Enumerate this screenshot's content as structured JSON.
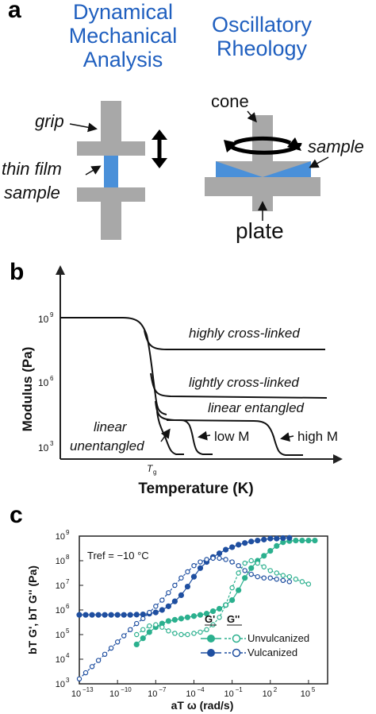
{
  "panel_a": {
    "letter": "a",
    "dma_title": [
      "Dynamical",
      "Mechanical",
      "Analysis"
    ],
    "rheo_title": [
      "Oscillatory",
      "Rheology"
    ],
    "labels": {
      "grip": "grip",
      "thin_film": "thin film",
      "sample_left": "sample",
      "cone": "cone",
      "sample_right": "sample",
      "plate": "plate"
    },
    "colors": {
      "gray": "#a8a8a8",
      "blue": "#4a90d9",
      "title_blue": "#1f5fbf"
    }
  },
  "panel_b": {
    "letter": "b",
    "ylabel": "Modulus (Pa)",
    "xlabel": "Temperature (K)",
    "yticks": [
      "10^9",
      "10^6",
      "10^3"
    ],
    "tg_label": "Tg",
    "curve_labels": {
      "highly": "highly cross-linked",
      "lightly": "lightly cross-linked",
      "entangled": "linear entangled",
      "linear_un_1": "linear",
      "linear_un_2": "unentangled",
      "lowM": "low M",
      "highM": "high M"
    }
  },
  "panel_c": {
    "letter": "c",
    "ylabel": "bT G', bT G'' (Pa)",
    "xlabel": "aT ω (rad/s)",
    "tref": "Tref = −10 °C",
    "legend": {
      "gp": "G'",
      "gpp": "G''",
      "unvulcanized": "Unvulcanized",
      "vulcanized": "Vulcanized"
    },
    "colors": {
      "unvulcanized": "#2bb08e",
      "vulcanized": "#1f4fa0"
    },
    "chart_data": {
      "type": "scatter",
      "xscale": "log",
      "yscale": "log",
      "xlim": [
        -13,
        6.5
      ],
      "ylim": [
        3,
        9
      ],
      "xticks": [
        -13,
        -10,
        -7,
        -4,
        -1,
        2,
        5
      ],
      "yticks": [
        3,
        4,
        5,
        6,
        7,
        8,
        9
      ],
      "series": [
        {
          "name": "Unvulcanized G'",
          "filled": true,
          "color": "#2bb08e",
          "x": [
            -8.5,
            -8,
            -7.5,
            -7,
            -6.5,
            -6,
            -5.5,
            -5,
            -4.5,
            -4,
            -3.5,
            -3,
            -2.5,
            -2,
            -1.5,
            -1,
            -0.5,
            0,
            0.5,
            1,
            1.5,
            2,
            2.5,
            3,
            3.5,
            4,
            4.5,
            5,
            5.5
          ],
          "y": [
            4.6,
            4.85,
            5.1,
            5.3,
            5.45,
            5.55,
            5.6,
            5.65,
            5.7,
            5.75,
            5.8,
            5.85,
            5.95,
            6.05,
            6.2,
            6.4,
            6.8,
            7.3,
            7.7,
            8.0,
            8.2,
            8.4,
            8.6,
            8.75,
            8.8,
            8.82,
            8.82,
            8.82,
            8.82
          ]
        },
        {
          "name": "Unvulcanized G''",
          "filled": false,
          "color": "#2bb08e",
          "x": [
            -8.5,
            -8,
            -7.5,
            -7,
            -6.5,
            -6,
            -5.5,
            -5,
            -4.5,
            -4,
            -3.5,
            -3,
            -2.5,
            -2,
            -1.5,
            -1,
            -0.5,
            0,
            0.5,
            1,
            1.5,
            2,
            2.5,
            3,
            3.5,
            4,
            4.5,
            5
          ],
          "y": [
            5.0,
            5.2,
            5.35,
            5.4,
            5.3,
            5.15,
            5.05,
            5.0,
            5.0,
            5.05,
            5.1,
            5.2,
            5.4,
            5.7,
            6.2,
            6.9,
            7.5,
            7.9,
            8.0,
            7.9,
            7.75,
            7.6,
            7.5,
            7.4,
            7.35,
            7.25,
            7.15,
            7.05
          ]
        },
        {
          "name": "Vulcanized G'",
          "filled": true,
          "color": "#1f4fa0",
          "x": [
            -13,
            -12.5,
            -12,
            -11.5,
            -11,
            -10.5,
            -10,
            -9.5,
            -9,
            -8.5,
            -8,
            -7.5,
            -7,
            -6.5,
            -6,
            -5.5,
            -5,
            -4.5,
            -4,
            -3.5,
            -3,
            -2.5,
            -2,
            -1.5,
            -1,
            -0.5,
            0,
            0.5,
            1,
            1.5,
            2,
            2.5,
            3,
            3.5
          ],
          "y": [
            5.8,
            5.8,
            5.8,
            5.8,
            5.8,
            5.8,
            5.8,
            5.8,
            5.8,
            5.81,
            5.82,
            5.85,
            5.9,
            6.0,
            6.15,
            6.35,
            6.6,
            6.95,
            7.35,
            7.7,
            7.95,
            8.15,
            8.3,
            8.45,
            8.55,
            8.65,
            8.72,
            8.78,
            8.82,
            8.86,
            8.9,
            8.9,
            8.92,
            8.93
          ]
        },
        {
          "name": "Vulcanized G''",
          "filled": false,
          "color": "#1f4fa0",
          "x": [
            -13,
            -12.5,
            -12,
            -11.5,
            -11,
            -10.5,
            -10,
            -9.5,
            -9,
            -8.5,
            -8,
            -7.5,
            -7,
            -6.5,
            -6,
            -5.5,
            -5,
            -4.5,
            -4,
            -3.5,
            -3,
            -2.5,
            -2,
            -1.5,
            -1,
            -0.5,
            0,
            0.5,
            1,
            1.5,
            2,
            2.5,
            3,
            3.5
          ],
          "y": [
            3.2,
            3.45,
            3.7,
            3.95,
            4.2,
            4.45,
            4.7,
            4.95,
            5.2,
            5.45,
            5.65,
            5.9,
            6.15,
            6.4,
            6.7,
            7.0,
            7.3,
            7.55,
            7.8,
            7.95,
            8.05,
            8.1,
            8.1,
            8.05,
            7.95,
            7.8,
            7.6,
            7.45,
            7.35,
            7.3,
            7.3,
            7.25,
            7.2,
            7.15
          ]
        }
      ]
    }
  }
}
